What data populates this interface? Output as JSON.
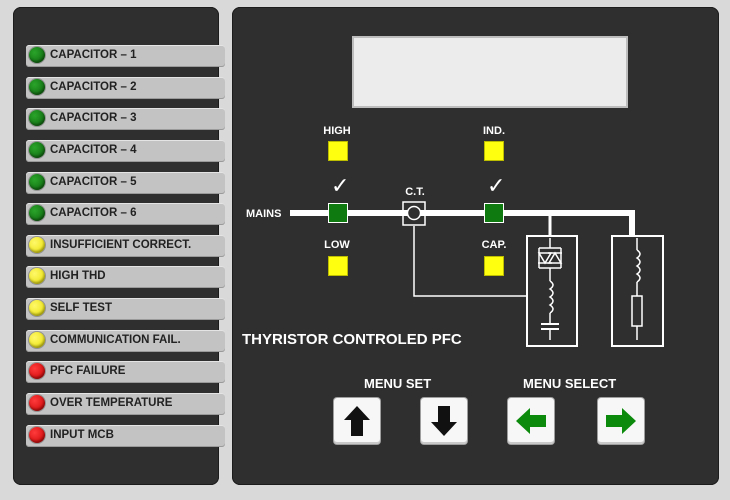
{
  "status_list": [
    {
      "label": "CAPACITOR – 1",
      "led": "green"
    },
    {
      "label": "CAPACITOR – 2",
      "led": "green"
    },
    {
      "label": "CAPACITOR – 3",
      "led": "green"
    },
    {
      "label": "CAPACITOR – 4",
      "led": "green"
    },
    {
      "label": "CAPACITOR – 5",
      "led": "green"
    },
    {
      "label": "CAPACITOR – 6",
      "led": "green"
    },
    {
      "label": "INSUFFICIENT CORRECT.",
      "led": "yellow"
    },
    {
      "label": "HIGH THD",
      "led": "yellow"
    },
    {
      "label": "SELF TEST",
      "led": "yellow"
    },
    {
      "label": "COMMUNICATION FAIL.",
      "led": "yellow"
    },
    {
      "label": "PFC FAILURE",
      "led": "red"
    },
    {
      "label": "OVER TEMPERATURE",
      "led": "red"
    },
    {
      "label": "INPUT MCB",
      "led": "red"
    }
  ],
  "display": {
    "text": ""
  },
  "indicators": {
    "high": "HIGH",
    "low": "LOW",
    "ind": "IND.",
    "cap": "CAP.",
    "ct": "C.T.",
    "mains": "MAINS",
    "check": "✓"
  },
  "title": "THYRISTOR CONTROLED PFC",
  "menu": {
    "set_label": "MENU SET",
    "select_label": "MENU SELECT"
  },
  "buttons": [
    {
      "icon": "arrow-up-icon",
      "color": "#111111"
    },
    {
      "icon": "arrow-down-icon",
      "color": "#111111"
    },
    {
      "icon": "arrow-left-icon",
      "color": "#0c8a0c"
    },
    {
      "icon": "arrow-right-icon",
      "color": "#0c8a0c"
    }
  ],
  "colors": {
    "panel": "#2f2f2f",
    "led_green": "#0f7a0f",
    "led_yellow": "#ffff10",
    "led_red": "#e00000"
  }
}
